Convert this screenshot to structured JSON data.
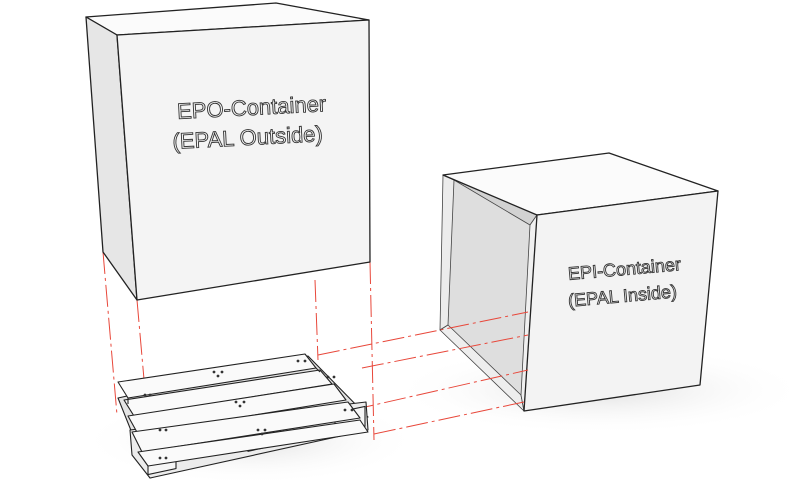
{
  "epo": {
    "line1": "EPO-Container",
    "line2": "(EPAL Outside)"
  },
  "epi": {
    "line1": "EPI-Container",
    "line2": "(EPAL Inside)"
  },
  "colors": {
    "line": "#222222",
    "dash": "#e8473a",
    "face_front": "#f5f5f5",
    "face_top": "#fbfbfb",
    "face_side": "#e6e6e6",
    "inner": "#dcdcdc",
    "wood": "#f2f2f2"
  }
}
